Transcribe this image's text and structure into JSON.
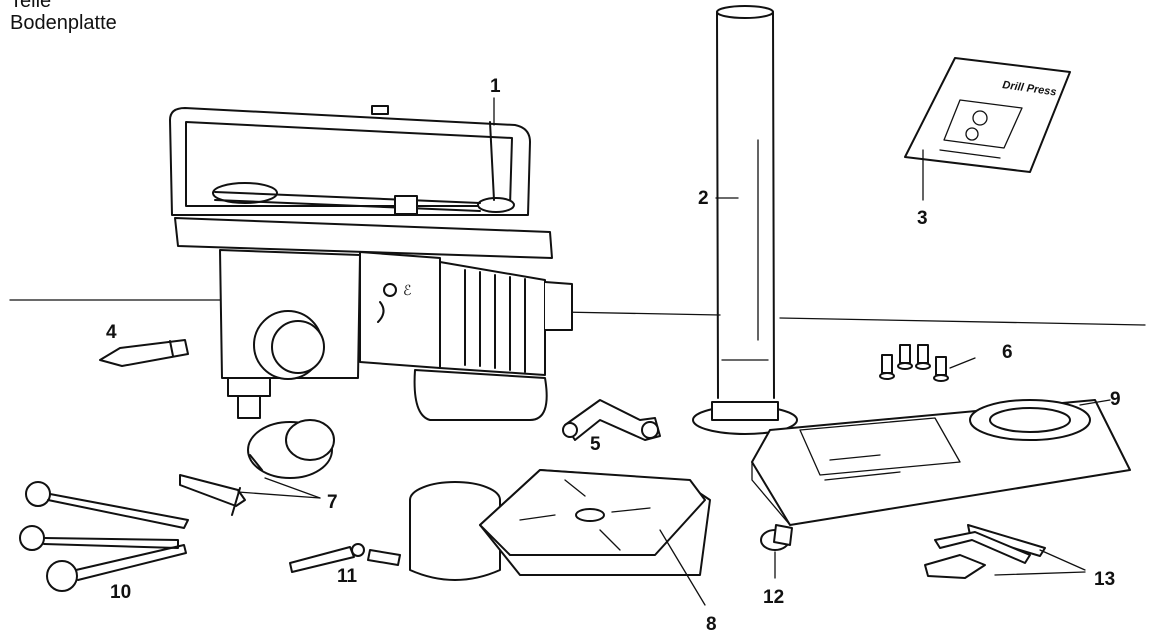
{
  "header": {
    "line1": "Teile",
    "line2": "Bodenplatte"
  },
  "manual_title": "Drill Press",
  "callouts": [
    "1",
    "2",
    "3",
    "4",
    "5",
    "6",
    "7",
    "8",
    "9",
    "10",
    "11",
    "12",
    "13"
  ]
}
